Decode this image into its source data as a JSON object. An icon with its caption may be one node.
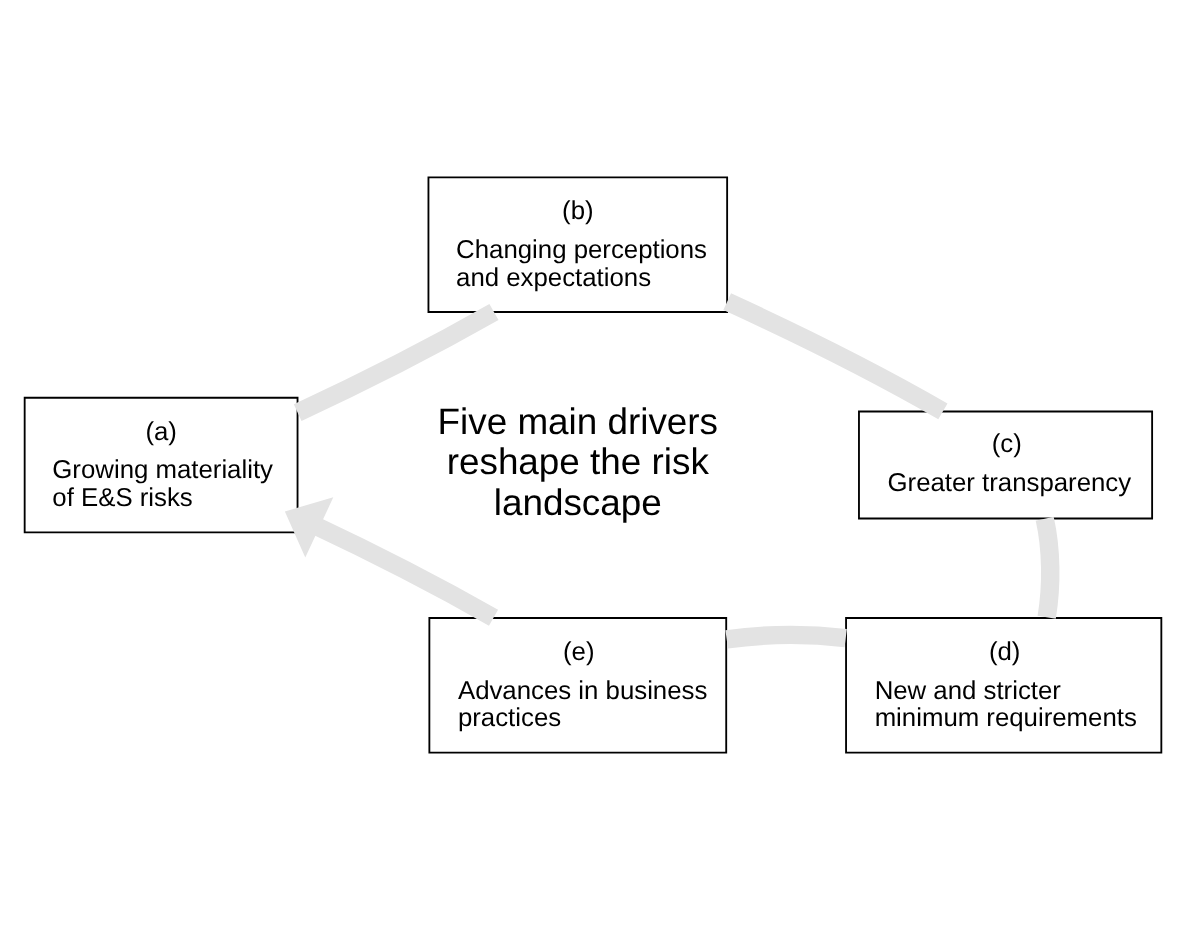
{
  "diagram": {
    "nodes": [
      {
        "text": [
          "(a)",
          "Growing materiality of E&S risks"
        ]
      },
      {
        "text": [
          "(b)",
          "Changing perceptions and expectations"
        ]
      },
      {
        "text": [
          "(c)",
          "Greater transparency"
        ]
      },
      {
        "text": [
          "(d)",
          "New and stricter minimum requirements"
        ]
      },
      {
        "text": [
          "(e)",
          "Advances in business practices"
        ]
      }
    ],
    "edges": [
      {
        "from": 0,
        "to": 1,
        "arrow": "none"
      },
      {
        "from": 1,
        "to": 2,
        "arrow": "none"
      },
      {
        "from": 2,
        "to": 3,
        "arrow": "none"
      },
      {
        "from": 3,
        "to": 4,
        "arrow": "none"
      },
      {
        "from": 4,
        "to": 0,
        "arrow": "to"
      }
    ],
    "labels": [
      "Five main drivers reshape the risk landscape"
    ]
  }
}
